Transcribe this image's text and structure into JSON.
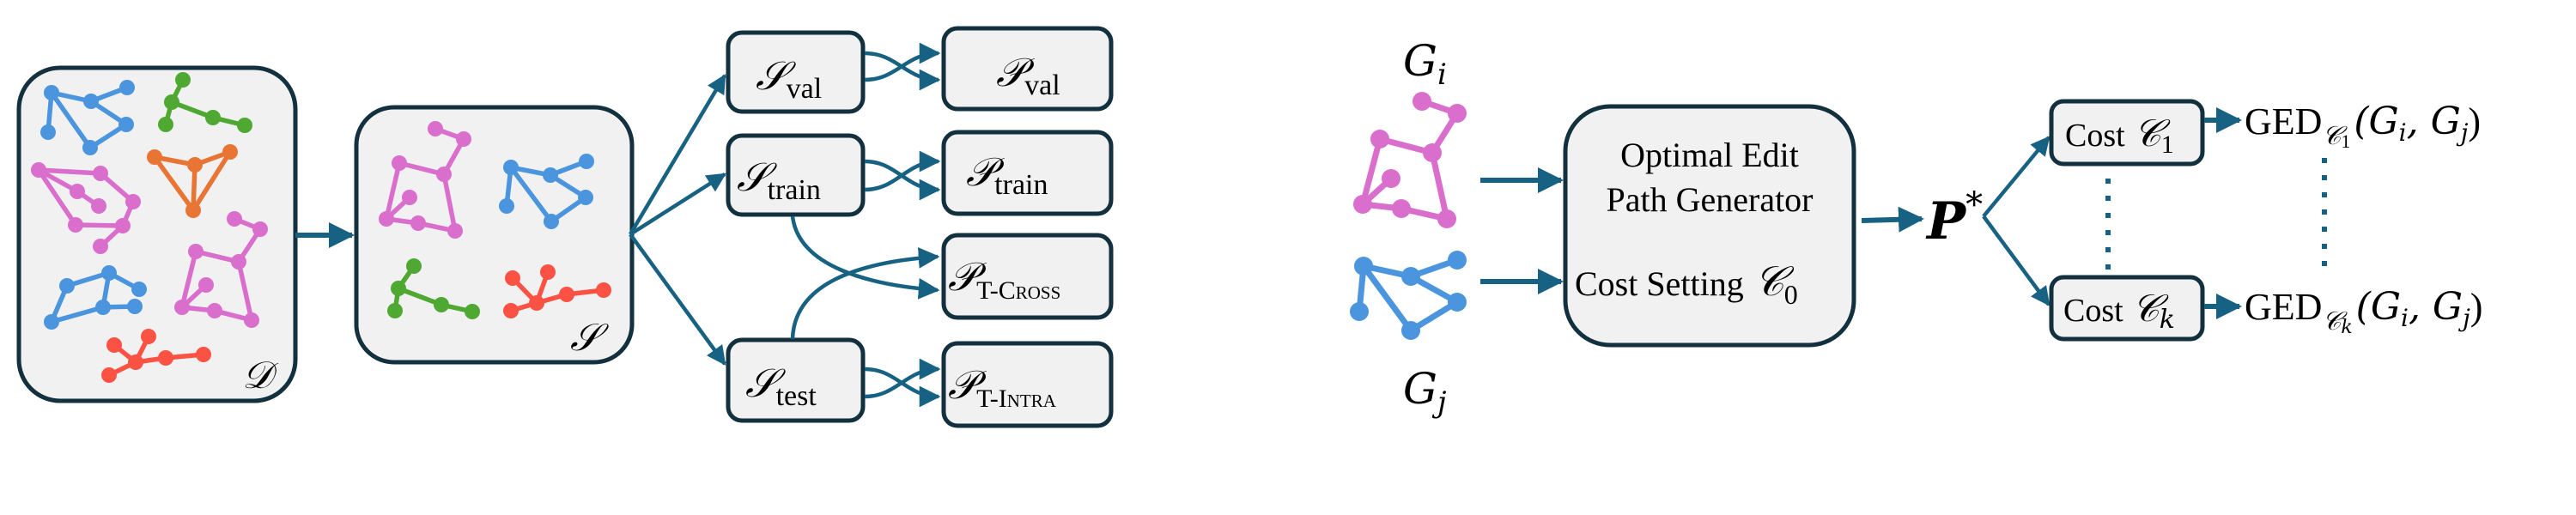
{
  "figure": {
    "left_panel": {
      "dataset_box": {
        "label": "𝒟"
      },
      "subset_box": {
        "label": "𝒮"
      },
      "splits": [
        {
          "id": "val",
          "symbol": "𝒮",
          "subscript": "val"
        },
        {
          "id": "train",
          "symbol": "𝒮",
          "subscript": "train"
        },
        {
          "id": "test",
          "symbol": "𝒮",
          "subscript": "test"
        }
      ],
      "pair_sets": [
        {
          "id": "val",
          "symbol": "𝒫",
          "subscript": "val"
        },
        {
          "id": "train",
          "symbol": "𝒫",
          "subscript": "train"
        },
        {
          "id": "t-cross",
          "symbol": "𝒫",
          "subscript_prefix": "T-",
          "subscript_caps": "Cross"
        },
        {
          "id": "t-intra",
          "symbol": "𝒫",
          "subscript_prefix": "T-",
          "subscript_caps": "Intra"
        }
      ]
    },
    "right_panel": {
      "graph_i_label": {
        "symbol": "G",
        "subscript": "i"
      },
      "graph_j_label": {
        "symbol": "G",
        "subscript": "j"
      },
      "generator_box": {
        "line1": "Optimal Edit",
        "line2": "Path Generator",
        "line3": "Cost Setting",
        "cost_symbol": "𝒞",
        "cost_subscript": "0"
      },
      "optimal_path": {
        "symbol": "P",
        "superscript": "*"
      },
      "cost_boxes": [
        {
          "label": "Cost",
          "symbol": "𝒞",
          "subscript": "1"
        },
        {
          "label": "Cost",
          "symbol": "𝒞",
          "subscript": "k"
        }
      ],
      "outputs": [
        {
          "prefix": "GED",
          "sub_symbol": "𝒞",
          "sub_index": "1",
          "args": "(G",
          "arg_i": "i",
          "comma": ", G",
          "arg_j": "j",
          "close": ")"
        },
        {
          "prefix": "GED",
          "sub_symbol": "𝒞",
          "sub_index": "k",
          "args": "(G",
          "arg_i": "i",
          "comma": ", G",
          "arg_j": "j",
          "close": ")"
        }
      ]
    },
    "colors": {
      "arrow": "#176283",
      "box_border": "#13303f",
      "box_fill": "#f1f1f1",
      "graph_blue": "#4a95de",
      "graph_green": "#4fa832",
      "graph_orange": "#e97534",
      "graph_pink": "#da6ecd",
      "graph_red": "#fc5244"
    }
  }
}
